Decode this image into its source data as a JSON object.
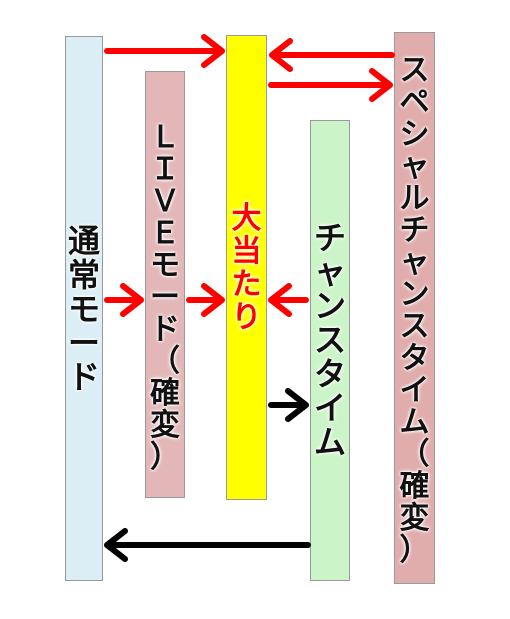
{
  "nodes": {
    "normal": "通常モード",
    "live": "ＬＩＶＥモード（確変）",
    "jackpot": "大当たり",
    "chance": "チャンスタイム",
    "special": "スペシャルチャンスタイム（確変）"
  },
  "colors": {
    "normal": "#dbeef5",
    "live": "#e3b7b7",
    "jackpot": "#ffff00",
    "chance": "#cbf5c8",
    "special": "#e1acac",
    "arrow_red": "#ff0000",
    "arrow_black": "#000000"
  }
}
